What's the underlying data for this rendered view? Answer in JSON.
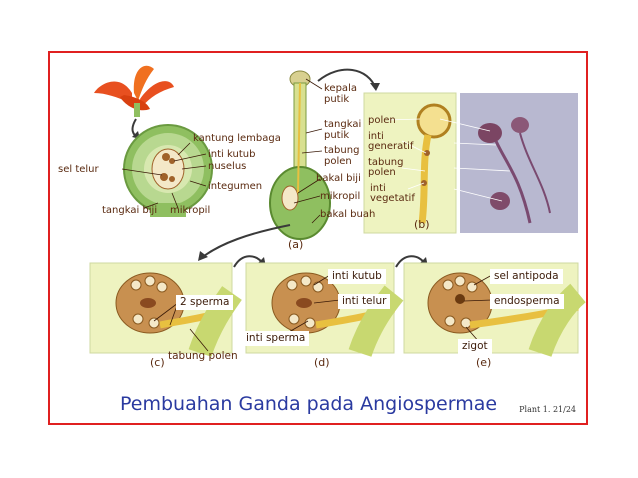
{
  "title": "Pembuahan Ganda pada Angiospermae",
  "slide_code": "Plant 1. 21/24",
  "panel_letters": {
    "a": "(a)",
    "b": "(b)",
    "c": "(c)",
    "d": "(d)",
    "e": "(e)"
  },
  "ovule_labels": {
    "kantung_lembaga": "kantung lembaga",
    "inti_kutub": "inti kutub",
    "nuselus": "nuselus",
    "sel_telur": "sel telur",
    "integumen": "integumen",
    "tangkai_biji": "tangkai biji",
    "mikropil": "mikropil"
  },
  "pistil_labels": {
    "kepala_putik_1": "kepala",
    "kepala_putik_2": "putik",
    "tangkai_putik_1": "tangkai",
    "tangkai_putik_2": "putik",
    "tabung_polen_1": "tabung",
    "tabung_polen_2": "polen",
    "bakal_biji": "bakal biji",
    "mikropil": "mikropil",
    "bakal_buah": "bakal buah"
  },
  "pollen_labels": {
    "polen": "polen",
    "inti_generatif_1": "inti",
    "inti_generatif_2": "generatif",
    "tabung_polen_1": "tabung",
    "tabung_polen_2": "polen",
    "inti_vegetatif_1": "inti",
    "inti_vegetatif_2": "vegetatif"
  },
  "bottom_labels": {
    "dua_sperma": "2 sperma",
    "tabung_polen": "tabung polen",
    "inti_sperma": "inti sperma",
    "inti_kutub": "inti kutub",
    "inti_telur": "inti telur",
    "sel_antipoda": "sel antipoda",
    "endosperma": "endosperma",
    "zigot": "zigot"
  },
  "colors": {
    "border": "#e02020",
    "title": "#2a3aa0",
    "label": "#5a2a10",
    "panel_bg": "#eef3c0",
    "ovule_green": "#8fbf60",
    "cell_brown": "#a0622a",
    "pollen_tube": "#e8c040"
  }
}
